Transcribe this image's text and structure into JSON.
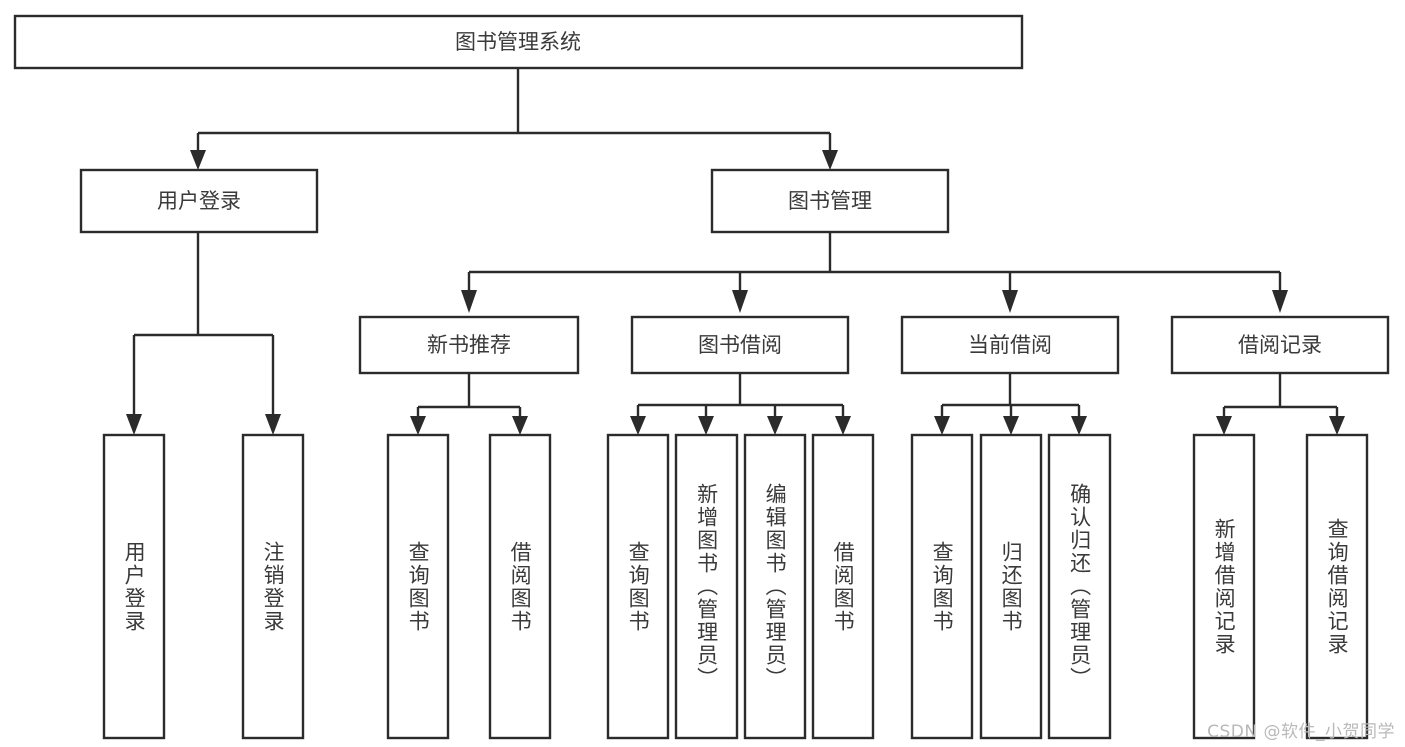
{
  "diagram": {
    "type": "tree-hierarchy",
    "title": "图书管理系统",
    "root": {
      "id": "root",
      "label": "图书管理系统",
      "level": 0
    },
    "level1": [
      {
        "id": "user-login",
        "label": "用户登录"
      },
      {
        "id": "book-manage",
        "label": "图书管理"
      }
    ],
    "level2": [
      {
        "id": "new-book-recommend",
        "label": "新书推荐",
        "parent": "book-manage"
      },
      {
        "id": "book-borrow",
        "label": "图书借阅",
        "parent": "book-manage"
      },
      {
        "id": "current-borrow",
        "label": "当前借阅",
        "parent": "book-manage"
      },
      {
        "id": "borrow-record",
        "label": "借阅记录",
        "parent": "book-manage"
      }
    ],
    "leaves": [
      {
        "id": "leaf-user-login",
        "label": "用户登录",
        "parent": "user-login"
      },
      {
        "id": "leaf-logout-login",
        "label": "注销登录",
        "parent": "user-login"
      },
      {
        "id": "leaf-query-book-1",
        "label": "查询图书",
        "parent": "new-book-recommend"
      },
      {
        "id": "leaf-borrow-book-1",
        "label": "借阅图书",
        "parent": "new-book-recommend"
      },
      {
        "id": "leaf-query-book-2",
        "label": "查询图书",
        "parent": "book-borrow"
      },
      {
        "id": "leaf-add-book",
        "label": "新增图书（管理员）",
        "parent": "book-borrow"
      },
      {
        "id": "leaf-edit-book",
        "label": "编辑图书（管理员）",
        "parent": "book-borrow"
      },
      {
        "id": "leaf-borrow-book-2",
        "label": "借阅图书",
        "parent": "book-borrow"
      },
      {
        "id": "leaf-query-book-3",
        "label": "查询图书",
        "parent": "current-borrow"
      },
      {
        "id": "leaf-return-book",
        "label": "归还图书",
        "parent": "current-borrow"
      },
      {
        "id": "leaf-confirm-return",
        "label": "确认归还（管理员）",
        "parent": "current-borrow"
      },
      {
        "id": "leaf-add-record",
        "label": "新增借阅记录",
        "parent": "borrow-record"
      },
      {
        "id": "leaf-query-record",
        "label": "查询借阅记录",
        "parent": "borrow-record"
      }
    ]
  },
  "watermark": {
    "text": "CSDN @软件_小贺同学"
  },
  "colors": {
    "stroke": "#2b2b2b",
    "text": "#3a3a3a",
    "background": "#ffffff",
    "watermark": "#b9b9b9"
  }
}
